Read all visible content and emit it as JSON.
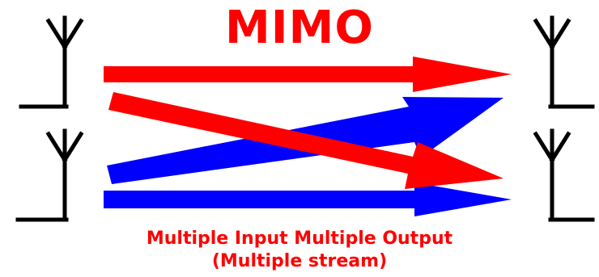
{
  "title": "MIMO",
  "caption_line1": "Multiple Input Multiple Output",
  "caption_line2": "(Multiple stream)",
  "colors": {
    "title": "#ff0000",
    "caption": "#ff0000",
    "stream_red": "#ff0000",
    "stream_blue": "#0000ff",
    "antenna": "#000000"
  },
  "antennas": {
    "transmit": [
      "tx-antenna-1",
      "tx-antenna-2"
    ],
    "receive": [
      "rx-antenna-1",
      "rx-antenna-2"
    ]
  },
  "streams": [
    {
      "from": "tx-antenna-1",
      "to": "rx-antenna-1",
      "color": "stream_red"
    },
    {
      "from": "tx-antenna-1",
      "to": "rx-antenna-2",
      "color": "stream_red"
    },
    {
      "from": "tx-antenna-2",
      "to": "rx-antenna-1",
      "color": "stream_blue"
    },
    {
      "from": "tx-antenna-2",
      "to": "rx-antenna-2",
      "color": "stream_blue"
    }
  ]
}
